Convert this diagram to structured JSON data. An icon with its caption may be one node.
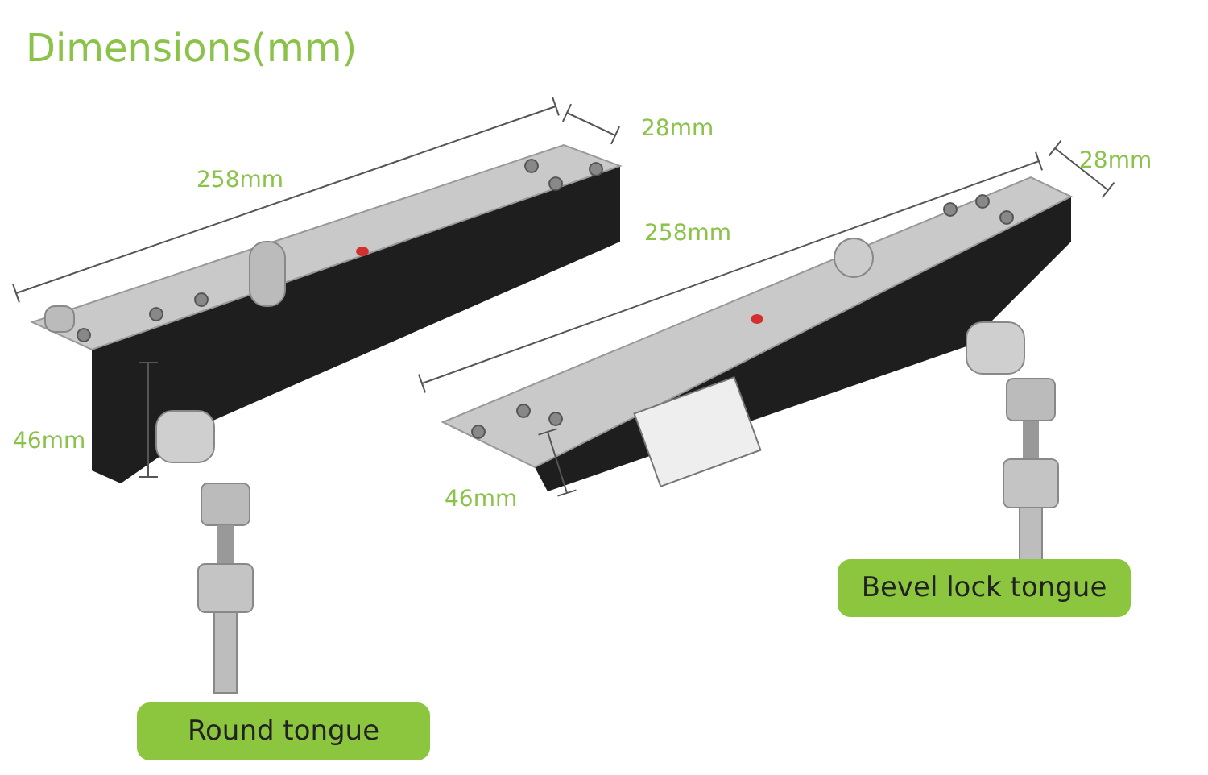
{
  "diagram": {
    "title": "Dimensions(mm)",
    "nodes": [
      {
        "text": [
          "Bevel lock tongue"
        ]
      },
      {
        "text": [
          "Round tongue"
        ]
      }
    ],
    "edges": [],
    "labels": [
      "28mm",
      "28mm",
      "258mm",
      "258mm",
      "46mm",
      "46mm"
    ]
  }
}
